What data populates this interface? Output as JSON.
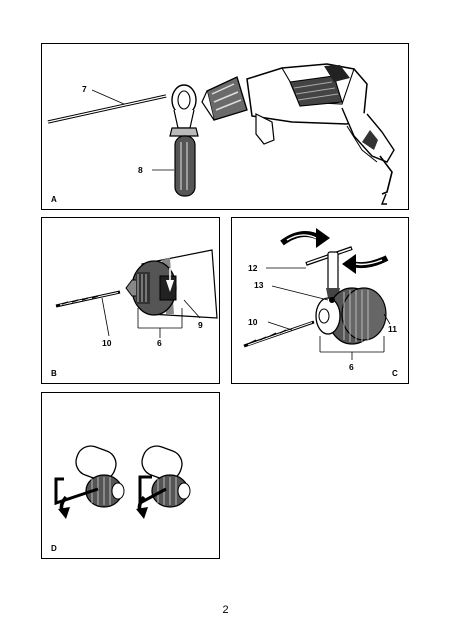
{
  "panels": {
    "a": {
      "label": "A",
      "callouts": {
        "c7": "7",
        "c8": "8"
      }
    },
    "b": {
      "label": "B",
      "callouts": {
        "c10": "10",
        "c6": "6",
        "c9": "9"
      }
    },
    "c": {
      "label": "C",
      "callouts": {
        "c12": "12",
        "c13": "13",
        "c10": "10",
        "c11": "11",
        "c6": "6"
      }
    },
    "d": {
      "label": "D"
    }
  },
  "page_number": "2"
}
